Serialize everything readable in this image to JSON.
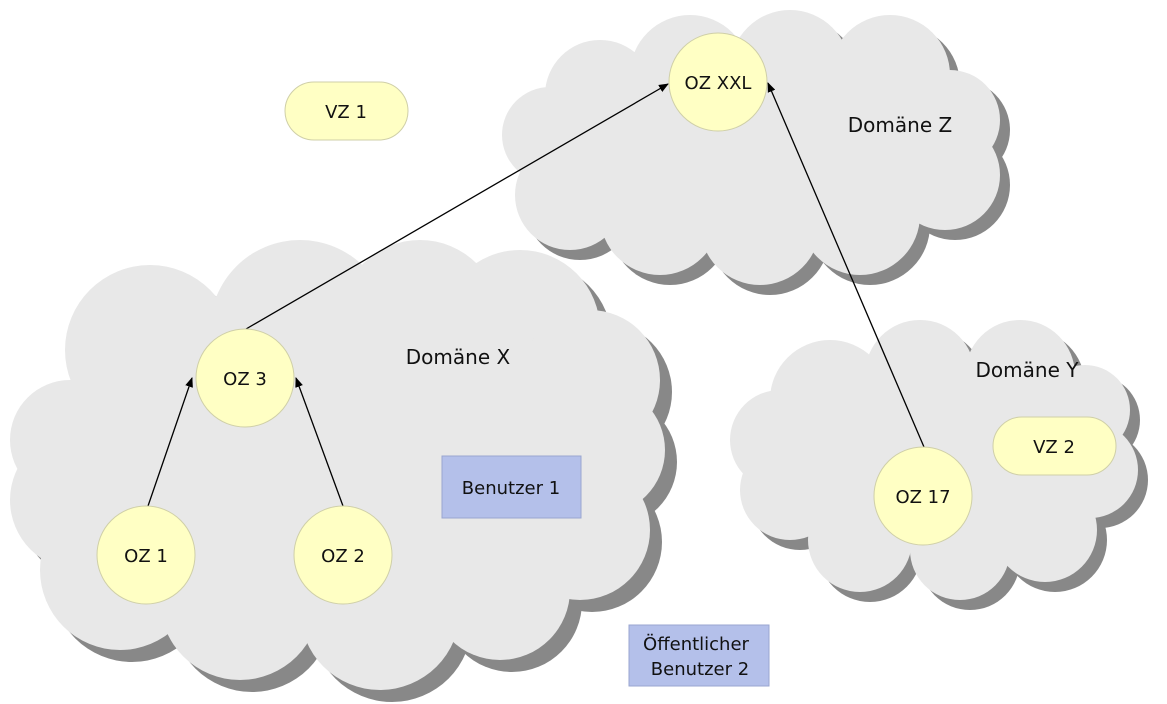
{
  "domains": {
    "x": {
      "label": "Domäne X"
    },
    "y": {
      "label": "Domäne Y"
    },
    "z": {
      "label": "Domäne Z"
    }
  },
  "nodes": {
    "oz1": "OZ 1",
    "oz2": "OZ 2",
    "oz3": "OZ 3",
    "oz17": "OZ 17",
    "ozxxl": "OZ XXL",
    "vz1": "VZ 1",
    "vz2": "VZ 2"
  },
  "users": {
    "user1": "Benutzer 1",
    "user2_line1": "Öffentlicher",
    "user2_line2": "Benutzer 2"
  },
  "colors": {
    "cloud": "#e8e8e8",
    "cloud_shadow": "#888888",
    "node_fill": "#ffffc4",
    "node_stroke": "#cfcfa8",
    "user_fill": "#b4c0ea",
    "user_stroke": "#9aa6d0",
    "edge": "#000000"
  }
}
